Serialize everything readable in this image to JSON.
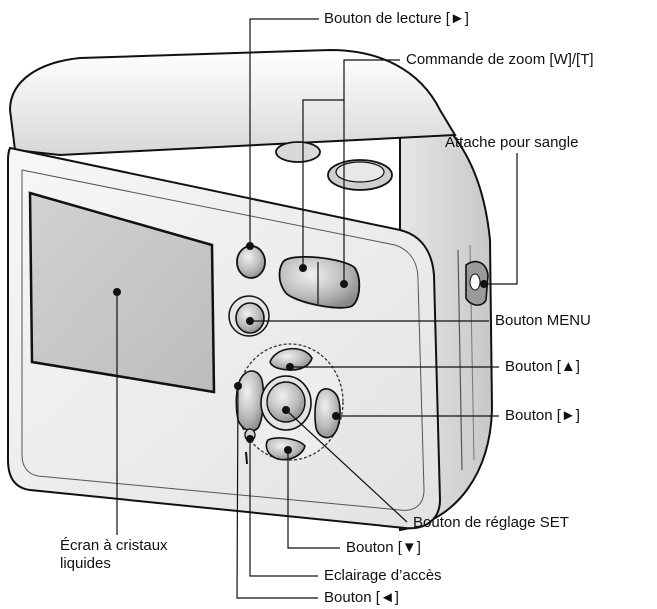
{
  "labels": {
    "playback_button": "Bouton de lecture [►]",
    "zoom_lever": "Commande de zoom [W]/[T]",
    "strap_holder": "Attache pour sangle",
    "menu_button": "Bouton MENU",
    "up_button": "Bouton [▲]",
    "right_button": "Bouton [►]",
    "set_button": "Bouton de réglage SET",
    "down_button": "Bouton [▼]",
    "lcd_line1": "Écran à cristaux",
    "lcd_line2": "liquides",
    "access_lamp": "Eclairage d’accès",
    "left_button": "Bouton [◄]"
  }
}
